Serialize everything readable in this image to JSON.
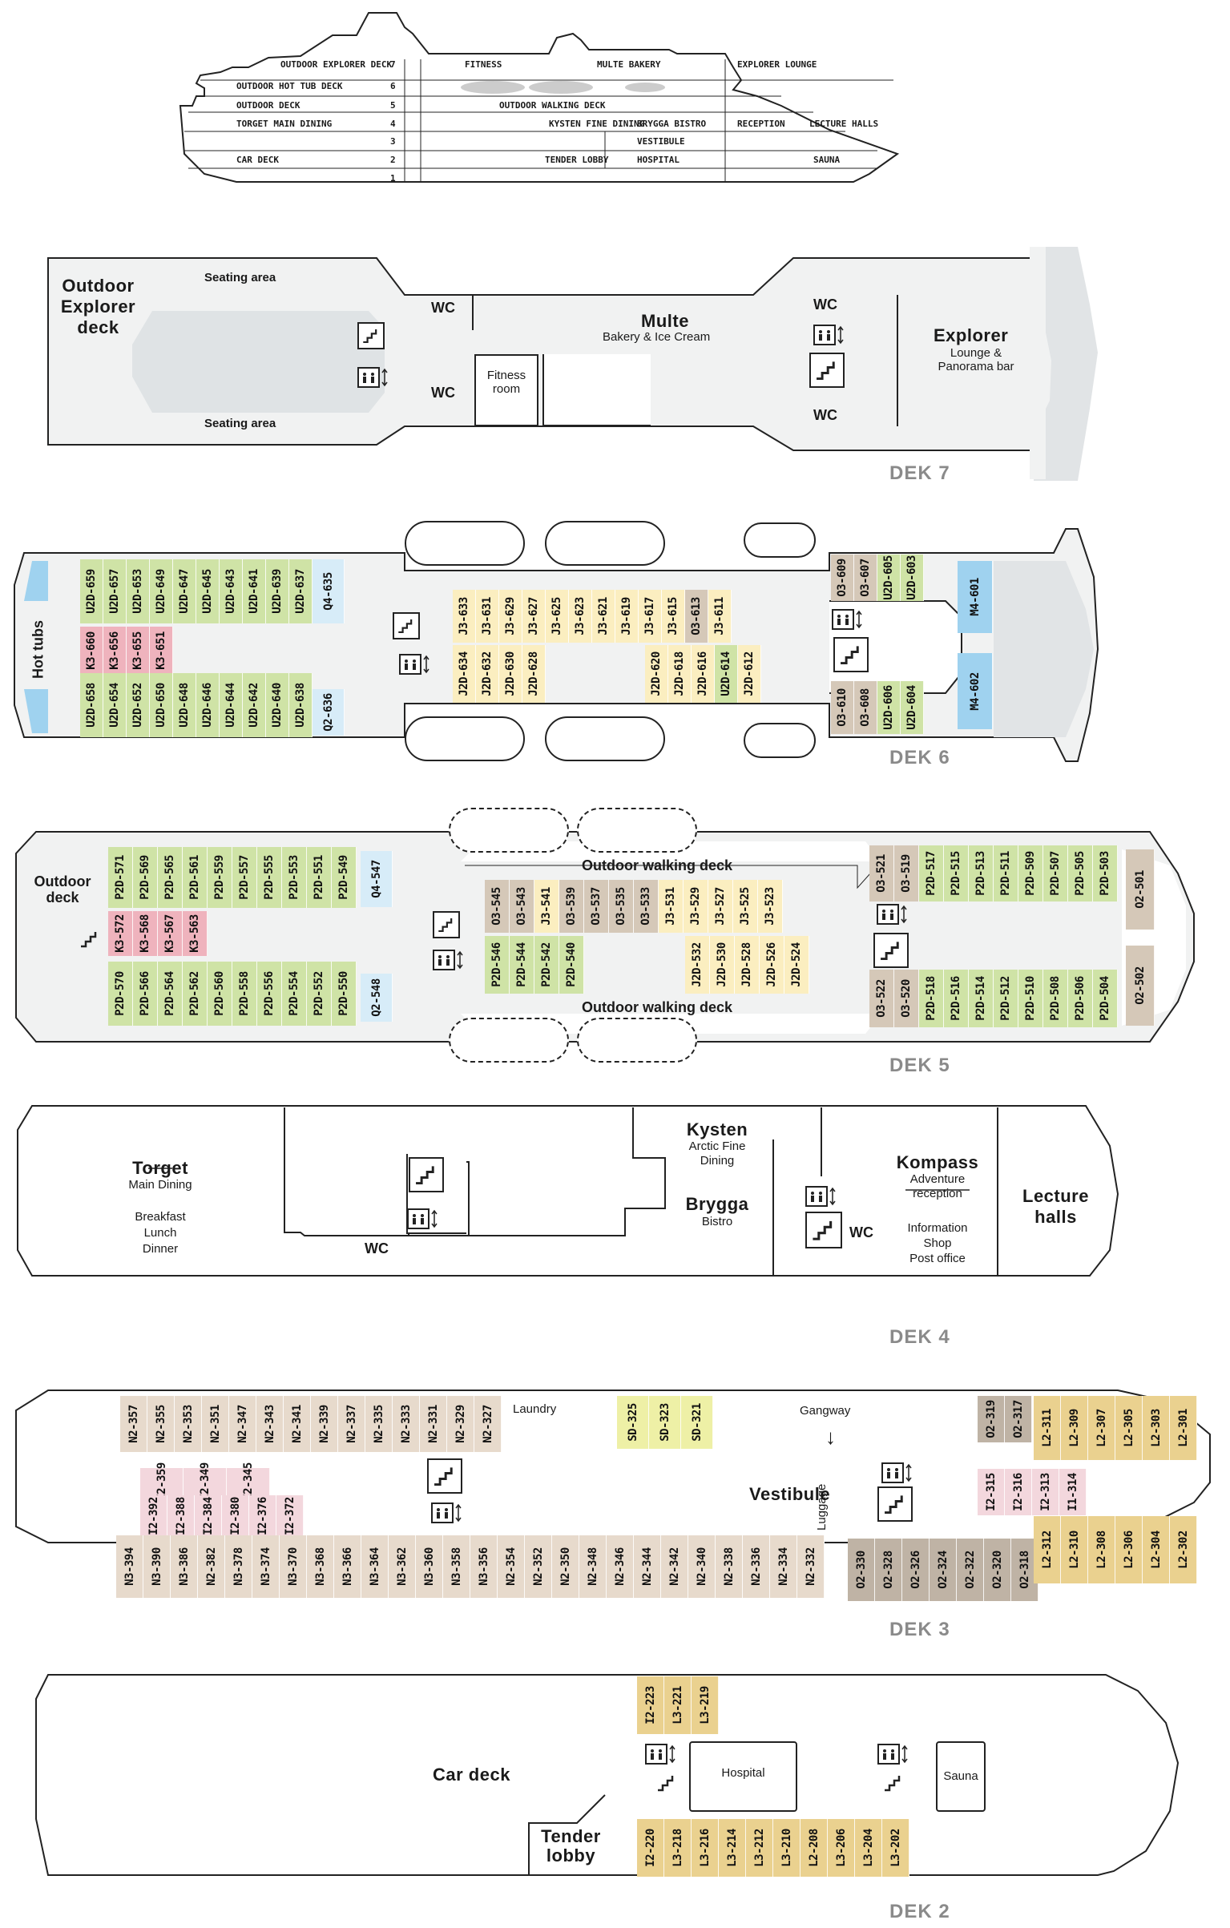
{
  "profile": {
    "decks": [
      {
        "num": "7",
        "left": "OUTDOOR EXPLORER DECK",
        "c1": "FITNESS",
        "c2": "MULTE BAKERY",
        "right": "EXPLORER LOUNGE"
      },
      {
        "num": "6",
        "left": "OUTDOOR HOT TUB DECK",
        "c1": "",
        "c2": "",
        "right": ""
      },
      {
        "num": "5",
        "left": "OUTDOOR DECK",
        "c1": "OUTDOOR WALKING DECK",
        "c2": "",
        "right": ""
      },
      {
        "num": "4",
        "left": "TORGET MAIN DINING",
        "c1": "KYSTEN FINE DINING",
        "c2": "BRYGGA BISTRO",
        "right": "RECEPTION",
        "right2": "LECTURE HALLS"
      },
      {
        "num": "3",
        "left": "",
        "c1": "",
        "c2": "VESTIBULE",
        "right": ""
      },
      {
        "num": "2",
        "left": "CAR DECK",
        "c1": "TENDER LOBBY",
        "c2": "HOSPITAL",
        "right": "SAUNA"
      },
      {
        "num": "1",
        "left": "",
        "c1": "",
        "c2": "",
        "right": ""
      }
    ]
  },
  "deck7": {
    "label": "DEK 7",
    "outdoor": "Outdoor\nExplorer\ndeck",
    "seating_top": "Seating area",
    "seating_bottom": "Seating area",
    "wc": "WC",
    "fitness": "Fitness\nroom",
    "multe": "Multe",
    "multe_sub": "Bakery & Ice Cream",
    "explorer": "Explorer",
    "explorer_sub": "Lounge &\nPanorama bar"
  },
  "deck6": {
    "label": "DEK 6",
    "hot_tubs": "Hot tubs",
    "top_row": [
      "U2D-659",
      "U2D-657",
      "U2D-653",
      "U2D-649",
      "U2D-647",
      "U2D-645",
      "U2D-643",
      "U2D-641",
      "U2D-639",
      "U2D-637"
    ],
    "top_end": "Q4-635",
    "mid_row": [
      "K3-660",
      "K3-656",
      "K3-655",
      "K3-651"
    ],
    "bottom_row": [
      "U2D-658",
      "U2D-654",
      "U2D-652",
      "U2D-650",
      "U2D-648",
      "U2D-646",
      "U2D-644",
      "U2D-642",
      "U2D-640",
      "U2D-638"
    ],
    "bottom_end": "Q2-636",
    "center_top": [
      "J3-633",
      "J3-631",
      "J3-629",
      "J3-627",
      "J3-625",
      "J3-623",
      "J3-621",
      "J3-619",
      "J3-617",
      "J3-615",
      "O3-613",
      "J3-611"
    ],
    "center_bottom_left": [
      "J2D-634",
      "J2D-632",
      "J2D-630",
      "J2D-628"
    ],
    "center_bottom_right": [
      "J2D-620",
      "J2D-618",
      "J2D-616",
      "U2D-614",
      "J2D-612"
    ],
    "fwd_top": [
      "O3-609",
      "O3-607",
      "U2D-605",
      "U2D-603"
    ],
    "fwd_bottom": [
      "O3-610",
      "O3-608",
      "U2D-606",
      "U2D-604"
    ],
    "suite_top": "M4-601",
    "suite_bottom": "M4-602"
  },
  "deck5": {
    "label": "DEK 5",
    "outdoor": "Outdoor\ndeck",
    "walk_top": "Outdoor walking deck",
    "walk_bottom": "Outdoor walking deck",
    "top_row": [
      "P2D-571",
      "P2D-569",
      "P2D-565",
      "P2D-561",
      "P2D-559",
      "P2D-557",
      "P2D-555",
      "P2D-553",
      "P2D-551",
      "P2D-549"
    ],
    "top_end": "Q4-547",
    "mid_row": [
      "K3-572",
      "K3-568",
      "K3-567",
      "K3-563"
    ],
    "bottom_row": [
      "P2D-570",
      "P2D-566",
      "P2D-564",
      "P2D-562",
      "P2D-560",
      "P2D-558",
      "P2D-556",
      "P2D-554",
      "P2D-552",
      "P2D-550"
    ],
    "bottom_end": "Q2-548",
    "center_top": [
      "O3-545",
      "O3-543",
      "J3-541",
      "O3-539",
      "O3-537",
      "O3-535",
      "O3-533",
      "J3-531",
      "J3-529",
      "J3-527",
      "J3-525",
      "J3-523"
    ],
    "center_bottom_left": [
      "P2D-546",
      "P2D-544",
      "P2D-542",
      "P2D-540"
    ],
    "center_bottom_right": [
      "J2D-532",
      "J2D-530",
      "J2D-528",
      "J2D-526",
      "J2D-524"
    ],
    "fwd_top": [
      "O3-521",
      "O3-519",
      "P2D-517",
      "P2D-515",
      "P2D-513",
      "P2D-511",
      "P2D-509",
      "P2D-507",
      "P2D-505",
      "P2D-503"
    ],
    "fwd_top_end": "O2-501",
    "fwd_bottom": [
      "O3-522",
      "O3-520",
      "P2D-518",
      "P2D-516",
      "P2D-514",
      "P2D-512",
      "P2D-510",
      "P2D-508",
      "P2D-506",
      "P2D-504"
    ],
    "fwd_bottom_end": "O2-502"
  },
  "deck4": {
    "label": "DEK 4",
    "torget": "Torget",
    "torget_sub": "Main Dining",
    "meals": "Breakfast\nLunch\nDinner",
    "wc": "WC",
    "kysten": "Kysten",
    "kysten_sub": "Arctic Fine\nDining",
    "brygga": "Brygga",
    "brygga_sub": "Bistro",
    "kompass": "Kompass",
    "kompass_sub": "Adventure\nreception",
    "info": "Information\nShop\nPost office",
    "lecture": "Lecture\nhalls"
  },
  "deck3": {
    "label": "DEK 3",
    "laundry": "Laundry",
    "gangway": "Gangway",
    "vestibule": "Vestibule",
    "luggage": "Luggage",
    "top_row": [
      "N2-357",
      "N2-355",
      "N2-353",
      "N2-351",
      "N2-347",
      "N2-343",
      "N2-341",
      "N2-339",
      "N2-337",
      "N2-335",
      "N2-333",
      "N2-331",
      "N2-329",
      "N2-327"
    ],
    "sd_row": [
      "SD-325",
      "SD-323",
      "SD-321"
    ],
    "i_top": [
      "I2-359",
      "I2-349",
      "I2-345"
    ],
    "i_bottom": [
      "I2-392",
      "I2-388",
      "I2-384",
      "I2-380",
      "I2-376",
      "I2-372"
    ],
    "bottom_row": [
      "N3-394",
      "N3-390",
      "N3-386",
      "N2-382",
      "N3-378",
      "N3-374",
      "N3-370",
      "N3-368",
      "N3-366",
      "N3-364",
      "N3-362",
      "N3-360",
      "N3-358",
      "N3-356",
      "N2-354",
      "N2-352",
      "N2-350",
      "N2-348",
      "N2-346",
      "N2-344",
      "N2-342",
      "N2-340",
      "N2-338",
      "N2-336",
      "N2-334",
      "N2-332"
    ],
    "fwd_top_dark": [
      "O2-319",
      "O2-317"
    ],
    "fwd_top_orange": [
      "L2-311",
      "L2-309",
      "L2-307",
      "L2-305",
      "L2-303",
      "L2-301"
    ],
    "fwd_mid": [
      "I2-315",
      "I2-316",
      "I2-313",
      "I1-314"
    ],
    "fwd_bottom_dark": [
      "O2-330",
      "O2-328",
      "O2-326",
      "O2-324",
      "O2-322",
      "O2-320",
      "O2-318"
    ],
    "fwd_bottom_orange": [
      "L2-312",
      "L2-310",
      "L2-308",
      "L2-306",
      "L2-304",
      "L2-302"
    ]
  },
  "deck2": {
    "label": "DEK 2",
    "car": "Car deck",
    "tender": "Tender\nlobby",
    "hospital": "Hospital",
    "sauna": "Sauna",
    "top_row": [
      "I2-223",
      "L3-221",
      "L3-219"
    ],
    "bottom_row": [
      "I2-220",
      "L3-218",
      "L3-216",
      "L3-214",
      "L3-212",
      "L3-210",
      "L2-208",
      "L3-206",
      "L3-204",
      "L3-202"
    ]
  }
}
